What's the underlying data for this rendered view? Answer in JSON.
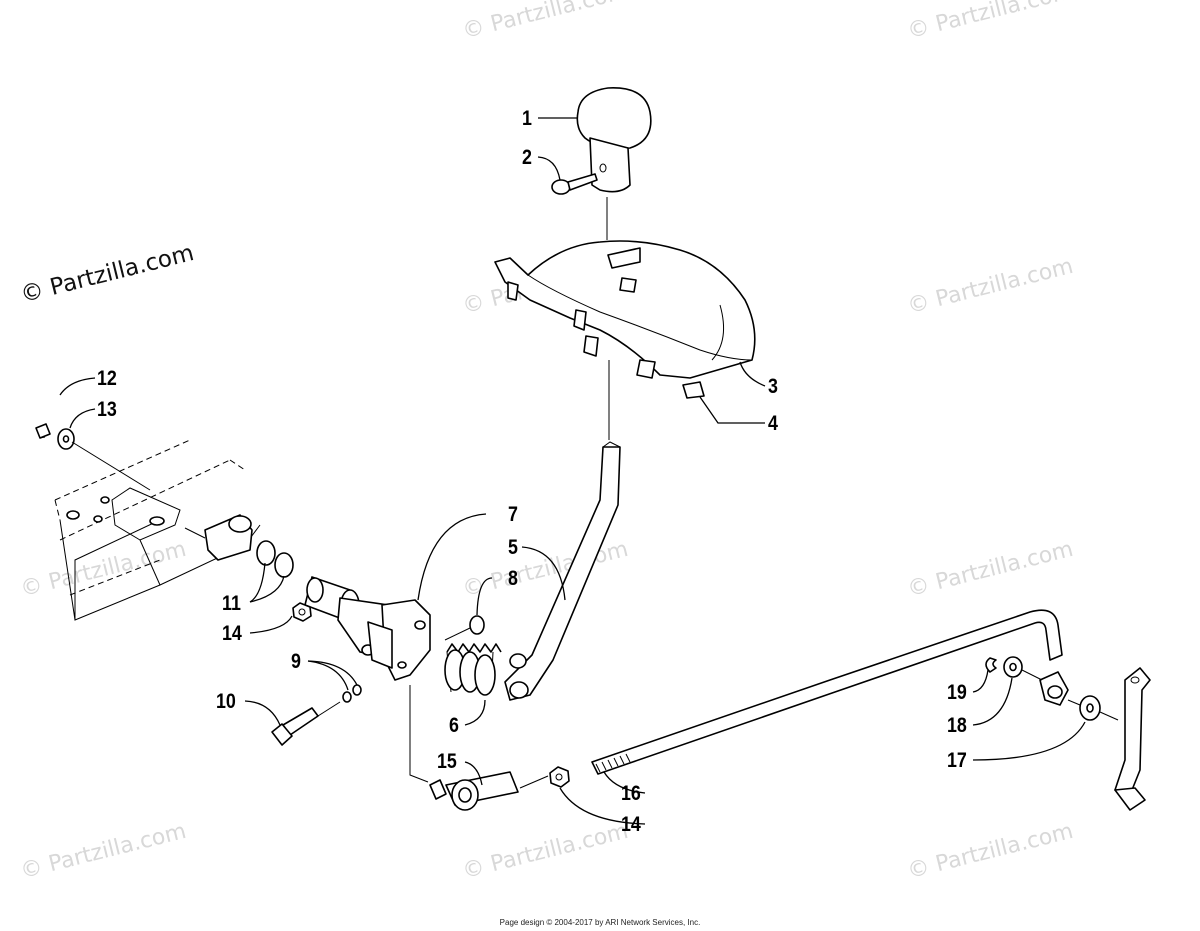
{
  "watermark": {
    "main_text": "© Partzilla.com",
    "repeat_text": "© Partzilla.com"
  },
  "callouts": [
    {
      "id": "1",
      "label": "1"
    },
    {
      "id": "2",
      "label": "2"
    },
    {
      "id": "3",
      "label": "3"
    },
    {
      "id": "4",
      "label": "4"
    },
    {
      "id": "5",
      "label": "5"
    },
    {
      "id": "6",
      "label": "6"
    },
    {
      "id": "7",
      "label": "7"
    },
    {
      "id": "8",
      "label": "8"
    },
    {
      "id": "9",
      "label": "9"
    },
    {
      "id": "10",
      "label": "10"
    },
    {
      "id": "11",
      "label": "11"
    },
    {
      "id": "12",
      "label": "12"
    },
    {
      "id": "13",
      "label": "13"
    },
    {
      "id": "14a",
      "label": "14"
    },
    {
      "id": "14b",
      "label": "14"
    },
    {
      "id": "15",
      "label": "15"
    },
    {
      "id": "16",
      "label": "16"
    },
    {
      "id": "17",
      "label": "17"
    },
    {
      "id": "18",
      "label": "18"
    },
    {
      "id": "19",
      "label": "19"
    }
  ],
  "footer": {
    "text": "Page design © 2004-2017 by ARI Network Services, Inc."
  }
}
